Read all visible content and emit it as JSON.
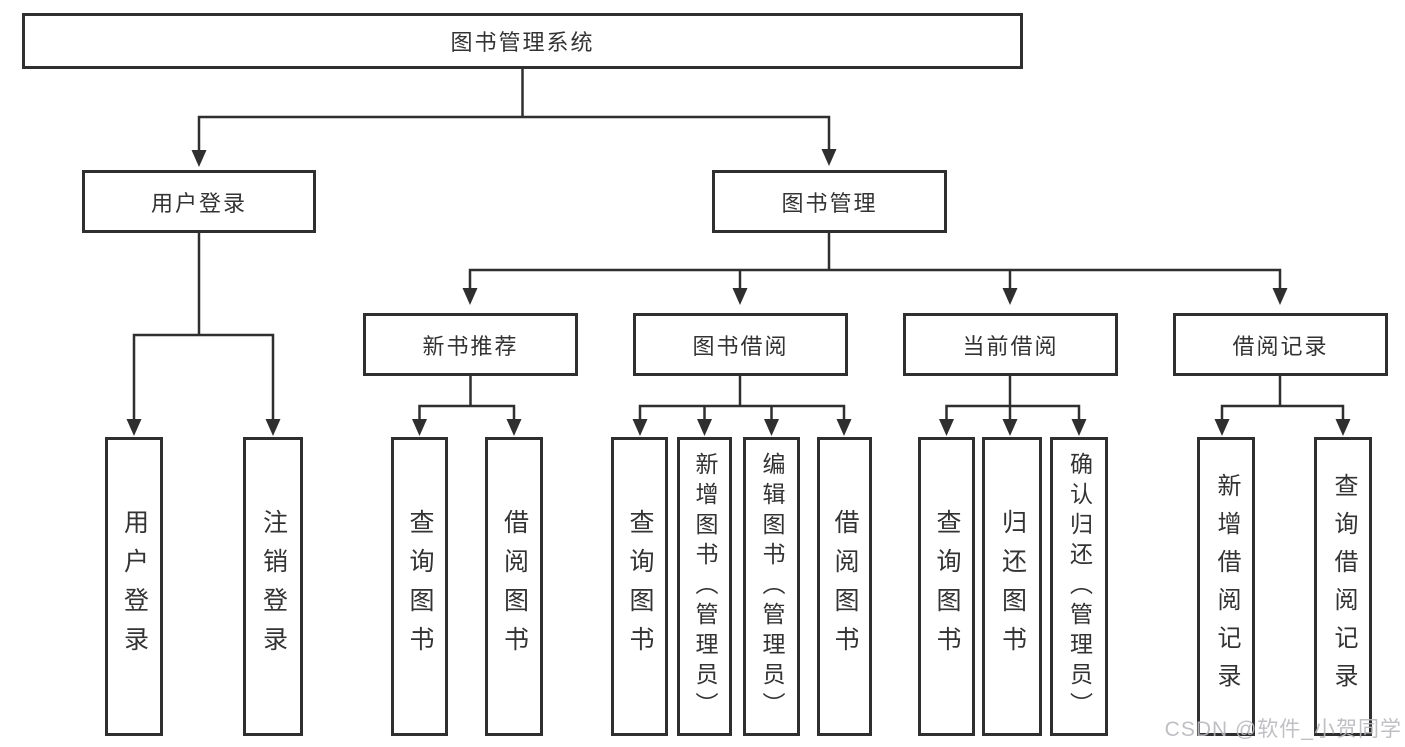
{
  "diagram_type": "hierarchy-tree",
  "colors": {
    "line": "#2f2f2f",
    "box_border": "#2f2f2f",
    "text": "#333333",
    "background": "#ffffff",
    "watermark": "#b9b9be"
  },
  "watermark": {
    "text": "CSDN @软件_小贺同学"
  },
  "tree": {
    "label": "图书管理系统",
    "children": [
      {
        "label": "用户登录",
        "children": [
          {
            "label": "用户登录"
          },
          {
            "label": "注销登录"
          }
        ]
      },
      {
        "label": "图书管理",
        "children": [
          {
            "label": "新书推荐",
            "children": [
              {
                "label": "查询图书"
              },
              {
                "label": "借阅图书"
              }
            ]
          },
          {
            "label": "图书借阅",
            "children": [
              {
                "label": "查询图书"
              },
              {
                "label": "新增图书（管理员）"
              },
              {
                "label": "编辑图书（管理员）"
              },
              {
                "label": "借阅图书"
              }
            ]
          },
          {
            "label": "当前借阅",
            "children": [
              {
                "label": "查询图书"
              },
              {
                "label": "归还图书"
              },
              {
                "label": "确认归还（管理员）"
              }
            ]
          },
          {
            "label": "借阅记录",
            "children": [
              {
                "label": "新增借阅记录"
              },
              {
                "label": "查询借阅记录"
              }
            ]
          }
        ]
      }
    ]
  }
}
